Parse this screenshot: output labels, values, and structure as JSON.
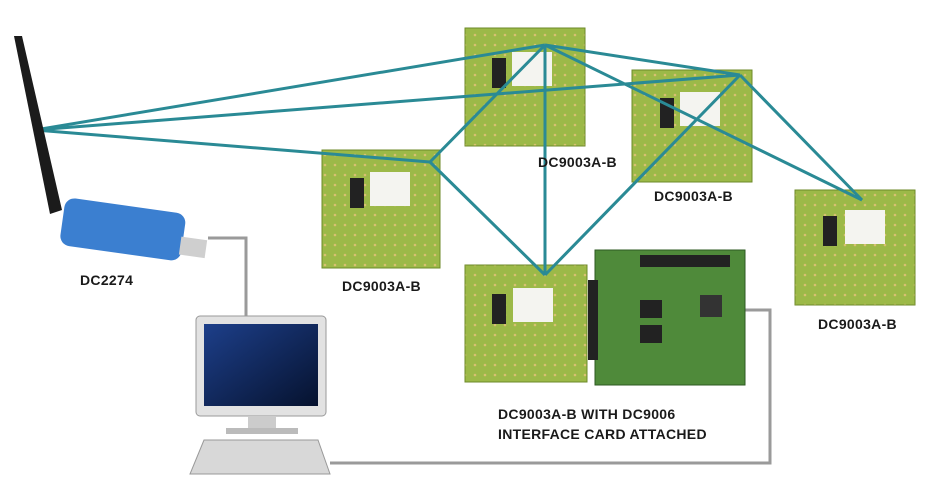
{
  "labels": {
    "dongle": "DC2274",
    "node_left": "DC9003A-B",
    "node_top": "DC9003A-B",
    "node_top_right": "DC9003A-B",
    "node_right": "DC9003A-B",
    "interface_line1": "DC9003A-B WITH DC9006",
    "interface_line2": "INTERFACE CARD ATTACHED"
  },
  "colors": {
    "mesh_link": "#2a8a95",
    "cable": "#9a9a9a",
    "board": "#8fae3a",
    "dongle": "#3b7fd0"
  }
}
